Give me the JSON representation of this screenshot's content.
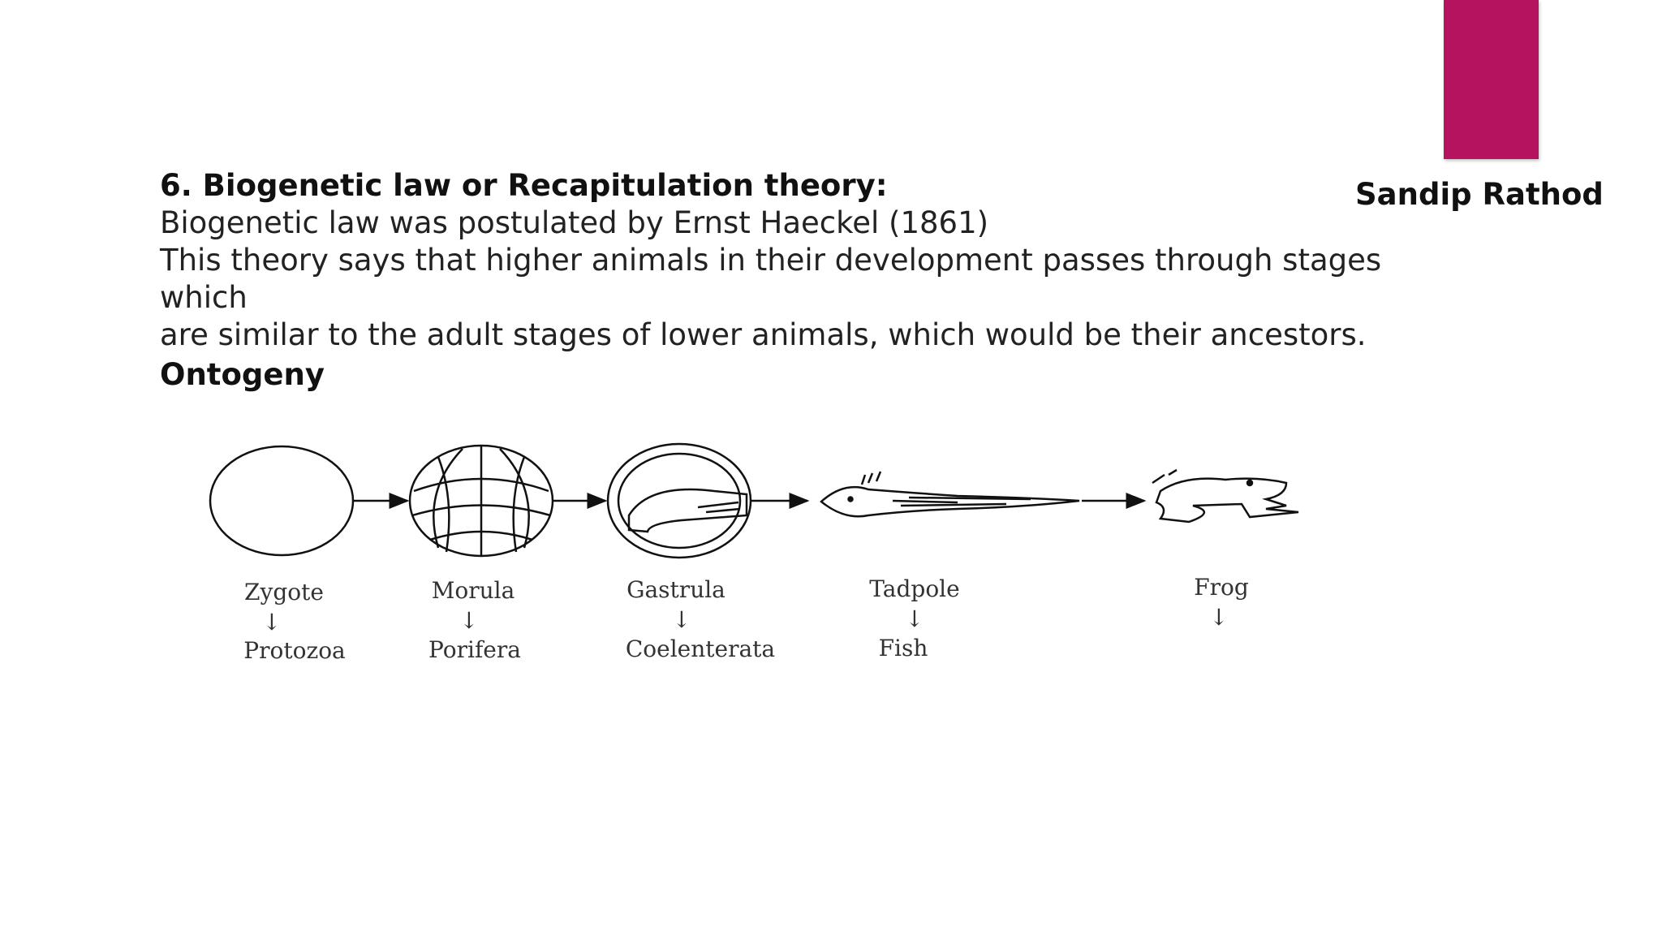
{
  "slide": {
    "author": "Sandip Rathod",
    "heading": "6. Biogenetic law or Recapitulation theory:",
    "body_lines": [
      "Biogenetic law was postulated by Ernst Haeckel (1861)",
      "This theory says that higher animals in their development passes through stages which",
      "are similar to the adult stages of lower animals, which would be their ancestors."
    ],
    "subheading": "Ontogeny"
  },
  "figure": {
    "stages": [
      {
        "stage": "Zygote",
        "ancestor": "Protozoa"
      },
      {
        "stage": "Morula",
        "ancestor": "Porifera"
      },
      {
        "stage": "Gastrula",
        "ancestor": "Coelenterata"
      },
      {
        "stage": "Tadpole",
        "ancestor": "Fish"
      },
      {
        "stage": "Frog",
        "ancestor": ""
      }
    ],
    "down_arrow": "↓"
  },
  "colors": {
    "accent": "#b5135f"
  }
}
